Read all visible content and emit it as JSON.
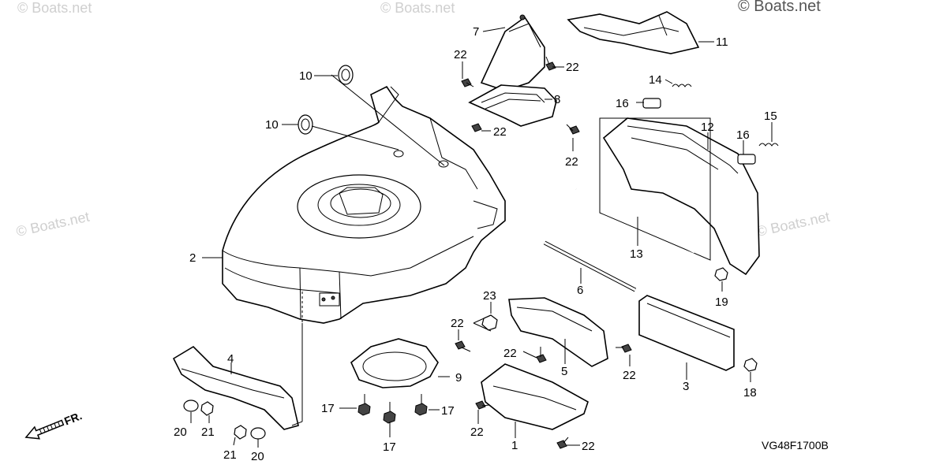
{
  "watermark": "© Boats.net",
  "diagram_code": "VG48F1700B",
  "front_label": "FR.",
  "callouts": {
    "c1": "1",
    "c2": "2",
    "c3": "3",
    "c4": "4",
    "c5": "5",
    "c6": "6",
    "c7": "7",
    "c8": "8",
    "c9": "9",
    "c10a": "10",
    "c10b": "10",
    "c11": "11",
    "c12": "12",
    "c13": "13",
    "c14": "14",
    "c15": "15",
    "c16a": "16",
    "c16b": "16",
    "c17a": "17",
    "c17b": "17",
    "c17c": "17",
    "c18": "18",
    "c19": "19",
    "c20a": "20",
    "c20b": "20",
    "c21a": "21",
    "c21b": "21",
    "c22a": "22",
    "c22b": "22",
    "c22c": "22",
    "c22d": "22",
    "c22e": "22",
    "c22f": "22",
    "c22g": "22",
    "c22h": "22",
    "c22i": "22",
    "c23": "23"
  }
}
